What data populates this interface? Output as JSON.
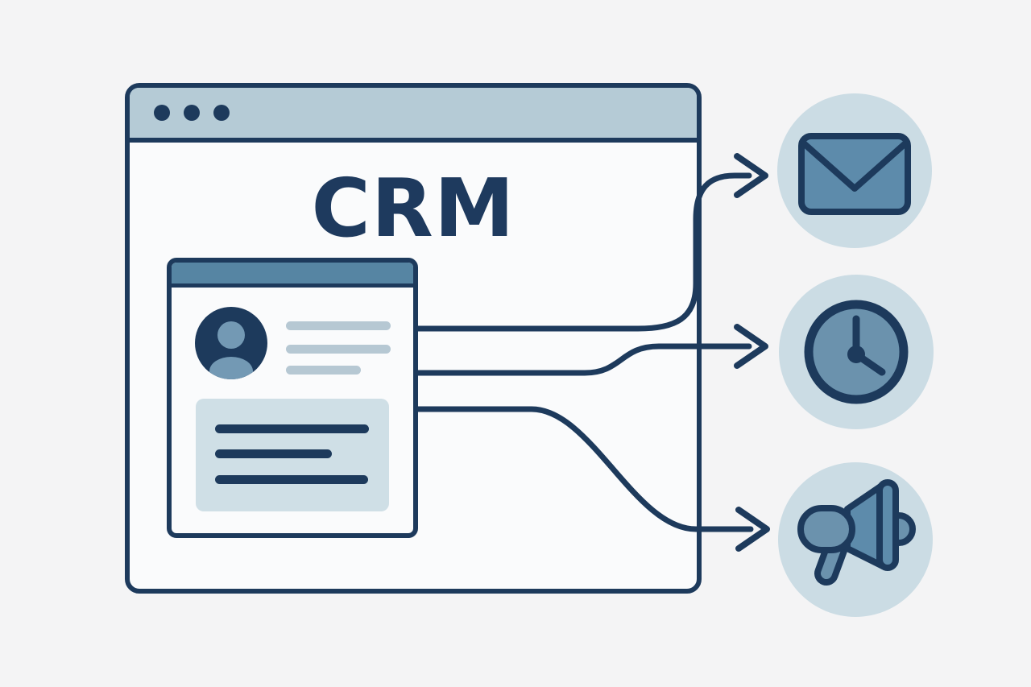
{
  "window": {
    "title": "CRM",
    "controls": {
      "count": 3,
      "icon": "window-control-dot"
    }
  },
  "contact_card": {
    "avatar_icon": "user-avatar-icon",
    "detail_lines": 3,
    "note_block_lines": 3
  },
  "outputs": [
    {
      "icon": "envelope-icon"
    },
    {
      "icon": "clock-icon"
    },
    {
      "icon": "megaphone-icon"
    }
  ],
  "colors": {
    "background": "#f4f4f5",
    "outline_navy": "#1d3a5c",
    "titlebar": "#b5cbd6",
    "card_header": "#5685a3",
    "surface": "#fafbfc",
    "badge_circle": "#cbdce4",
    "steel_blue": "#5d8bab",
    "clock_face": "#6b92ad",
    "avatar_person": "#7399b4",
    "placeholder_line": "#b6c8d3",
    "note_block": "#cfdfe6",
    "title_text": "#1e3a5e"
  }
}
